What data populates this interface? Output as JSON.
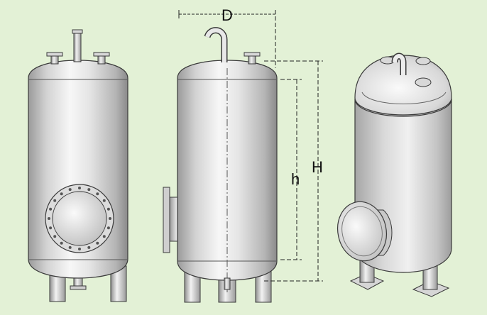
{
  "labels": {
    "diameter": "D",
    "total_height": "H",
    "shell_height": "h"
  },
  "colors": {
    "background": "#e3f1d6",
    "metal_light": "#f4f4f4",
    "metal_mid": "#cfcfcf",
    "metal_dark": "#8d8d8d",
    "outline": "#3a3a3a",
    "dimension_line": "#222222"
  },
  "views": [
    "front-view-with-manhole",
    "side-view-with-dimensions",
    "isometric-view"
  ]
}
